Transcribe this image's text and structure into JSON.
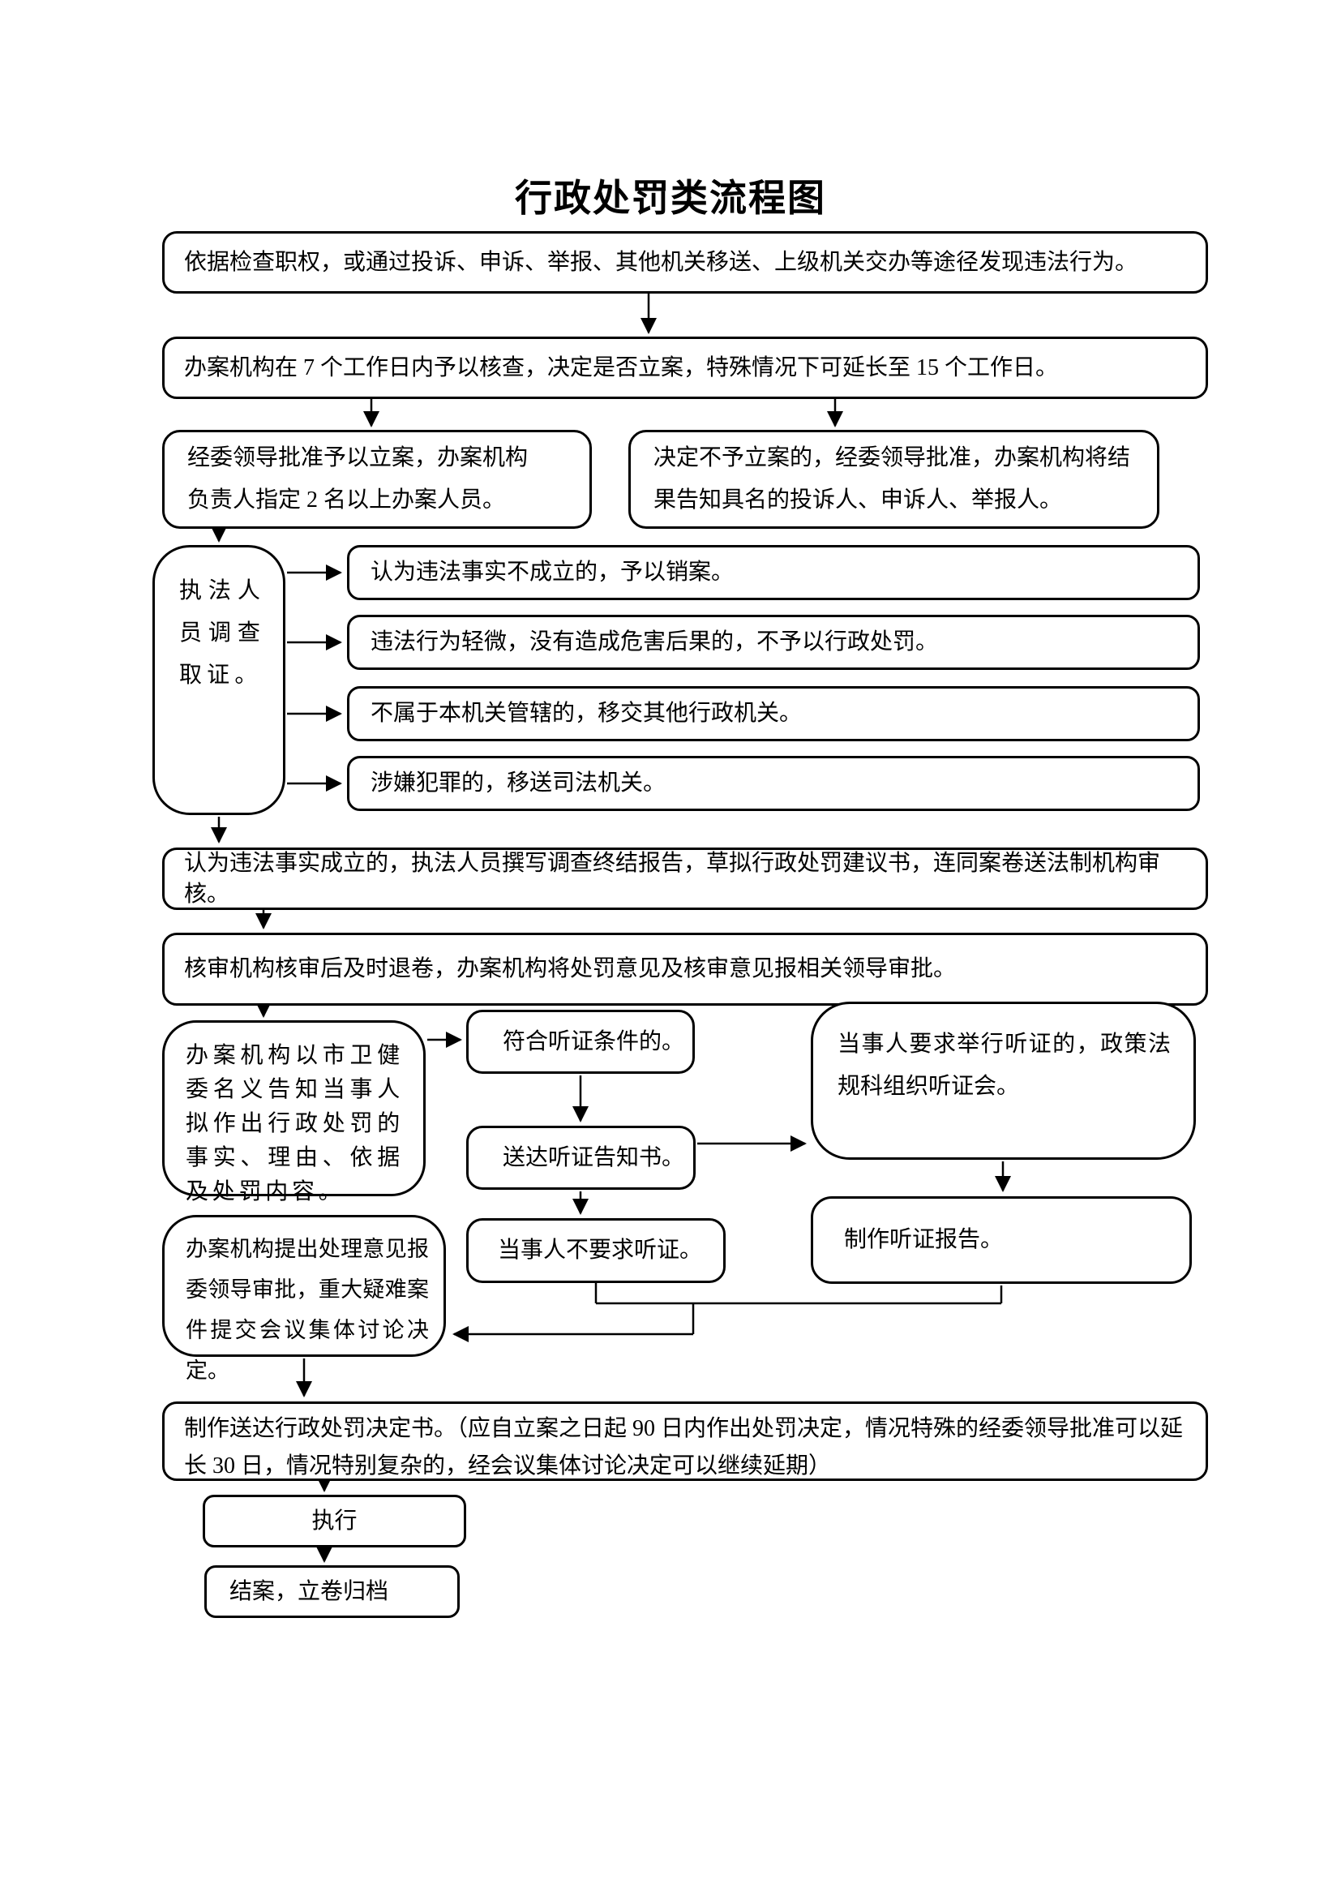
{
  "title": "行政处罚类流程图",
  "nodes": {
    "discovery": "依据检查职权，或通过投诉、申诉、举报、其他机关移送、上级机关交办等途径发现违法行为。",
    "verify": "办案机构在 7 个工作日内予以核查，决定是否立案，特殊情况下可延长至 15 个工作日。",
    "approve_case": "经委领导批准予以立案，办案机构负责人指定 2 名以上办案人员。",
    "no_case": "决定不予立案的，经委领导批准，办案机构将结果告知具名的投诉人、申诉人、举报人。",
    "investigate": "执法人员调查取证。",
    "branch_dismiss": "认为违法事实不成立的，予以销案。",
    "branch_minor": "违法行为轻微，没有造成危害后果的，不予以行政处罚。",
    "branch_transfer_admin": "不属于本机关管辖的，移交其他行政机关。",
    "branch_transfer_judicial": "涉嫌犯罪的，移送司法机关。",
    "report_review": "认为违法事实成立的，执法人员撰写调查终结报告，草拟行政处罚建议书，连同案卷送法制机构审核。",
    "return_file": "核审机构核审后及时退卷，办案机构将处罚意见及核审意见报相关领导审批。",
    "notify_party": "办案机构以市卫健委名义告知当事人拟作出行政处罚的事实、理由、依据及处罚内容。",
    "hearing_eligible": "符合听证条件的。",
    "hearing_notice": "送达听证告知书。",
    "hearing_requested": "当事人要求举行听证的，政策法规科组织听证会。",
    "hearing_report": "制作听证报告。",
    "no_hearing": "当事人不要求听证。",
    "opinion_approval": "办案机构提出处理意见报委领导审批，重大疑难案件提交会议集体讨论决定。",
    "decision_doc": "制作送达行政处罚决定书。（应自立案之日起 90 日内作出处罚决定，情况特殊的经委领导批准可以延长 30 日，情况特别复杂的，经会议集体讨论决定可以继续延期）",
    "execute": "执行",
    "close_case": "结案，立卷归档"
  },
  "colors": {
    "line": "#000000",
    "background": "#ffffff"
  }
}
